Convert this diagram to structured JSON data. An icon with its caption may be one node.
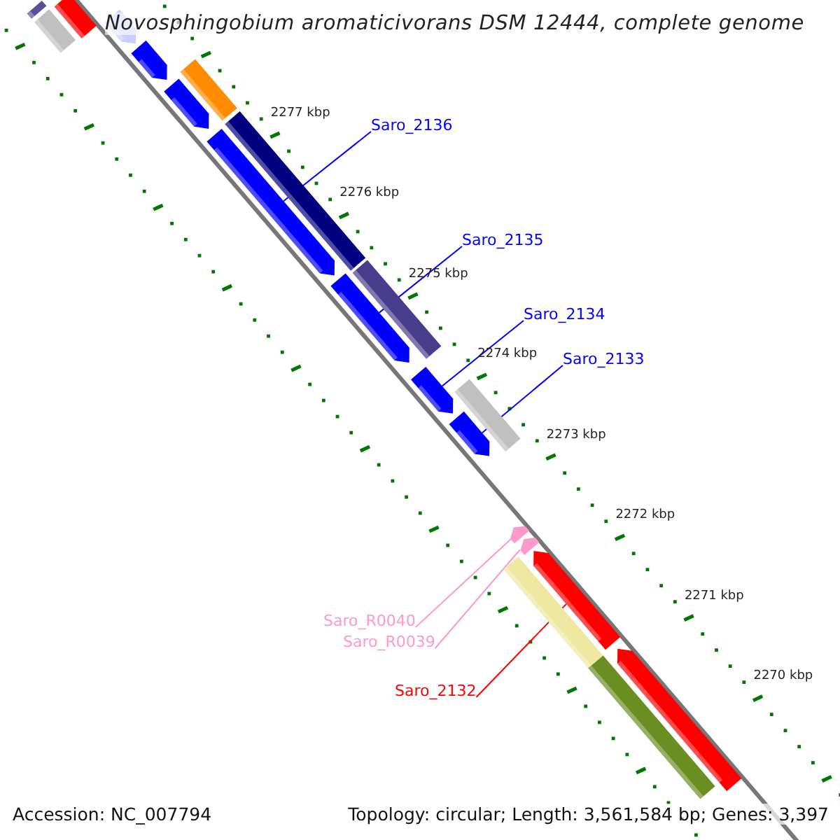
{
  "diagram": {
    "title": "Novosphingobium aromaticivorans DSM 12444, complete genome",
    "nodes": [
      {
        "text": [],
        "shape": "box"
      },
      {
        "text": [],
        "shape": "box"
      },
      {
        "text": [],
        "shape": "box"
      },
      {
        "text": [],
        "shape": "arrow"
      },
      {
        "text": [],
        "shape": "arrow"
      },
      {
        "text": [],
        "shape": "box"
      },
      {
        "text": [],
        "shape": "arrow"
      },
      {
        "text": [],
        "shape": "box"
      },
      {
        "text": [],
        "shape": "arrow"
      },
      {
        "text": [],
        "shape": "arrow"
      },
      {
        "text": [],
        "shape": "box"
      },
      {
        "text": [],
        "shape": "arrow"
      },
      {
        "text": [],
        "shape": "box"
      },
      {
        "text": [],
        "shape": "arrow"
      },
      {
        "text": [],
        "shape": "arrow"
      },
      {
        "text": [],
        "shape": "arrow"
      },
      {
        "text": [],
        "shape": "box"
      },
      {
        "text": [],
        "shape": "arrow"
      },
      {
        "text": [],
        "shape": "box"
      },
      {
        "text": [],
        "shape": "arrow"
      },
      {
        "text": [
          "Saro_2136"
        ]
      },
      {
        "text": [
          "Saro_2135"
        ]
      },
      {
        "text": [
          "Saro_2134"
        ]
      },
      {
        "text": [
          "Saro_2133"
        ]
      },
      {
        "text": [
          "Saro_R0040"
        ]
      },
      {
        "text": [
          "Saro_R0039"
        ]
      },
      {
        "text": [
          "Saro_2132"
        ]
      }
    ],
    "edges": [
      {
        "from": 20,
        "to": 8,
        "arrow": "none"
      },
      {
        "from": 21,
        "to": 9,
        "arrow": "none"
      },
      {
        "from": 22,
        "to": 11,
        "arrow": "none"
      },
      {
        "from": 23,
        "to": 13,
        "arrow": "none"
      },
      {
        "from": 24,
        "to": 14,
        "arrow": "none",
        "color": "#ff99cc"
      },
      {
        "from": 25,
        "to": 15,
        "arrow": "none",
        "color": "#ff99cc"
      },
      {
        "from": 26,
        "to": 17,
        "arrow": "none",
        "color": "#ff0000"
      }
    ],
    "labels": [
      "2277 kbp",
      "2276 kbp",
      "2275 kbp",
      "2274 kbp",
      "2273 kbp",
      "2272 kbp",
      "2271 kbp",
      "2270 kbp",
      "Accession: NC_007794",
      "Topology: circular; Length: 3,561,584 bp; Genes: 3,397"
    ]
  }
}
